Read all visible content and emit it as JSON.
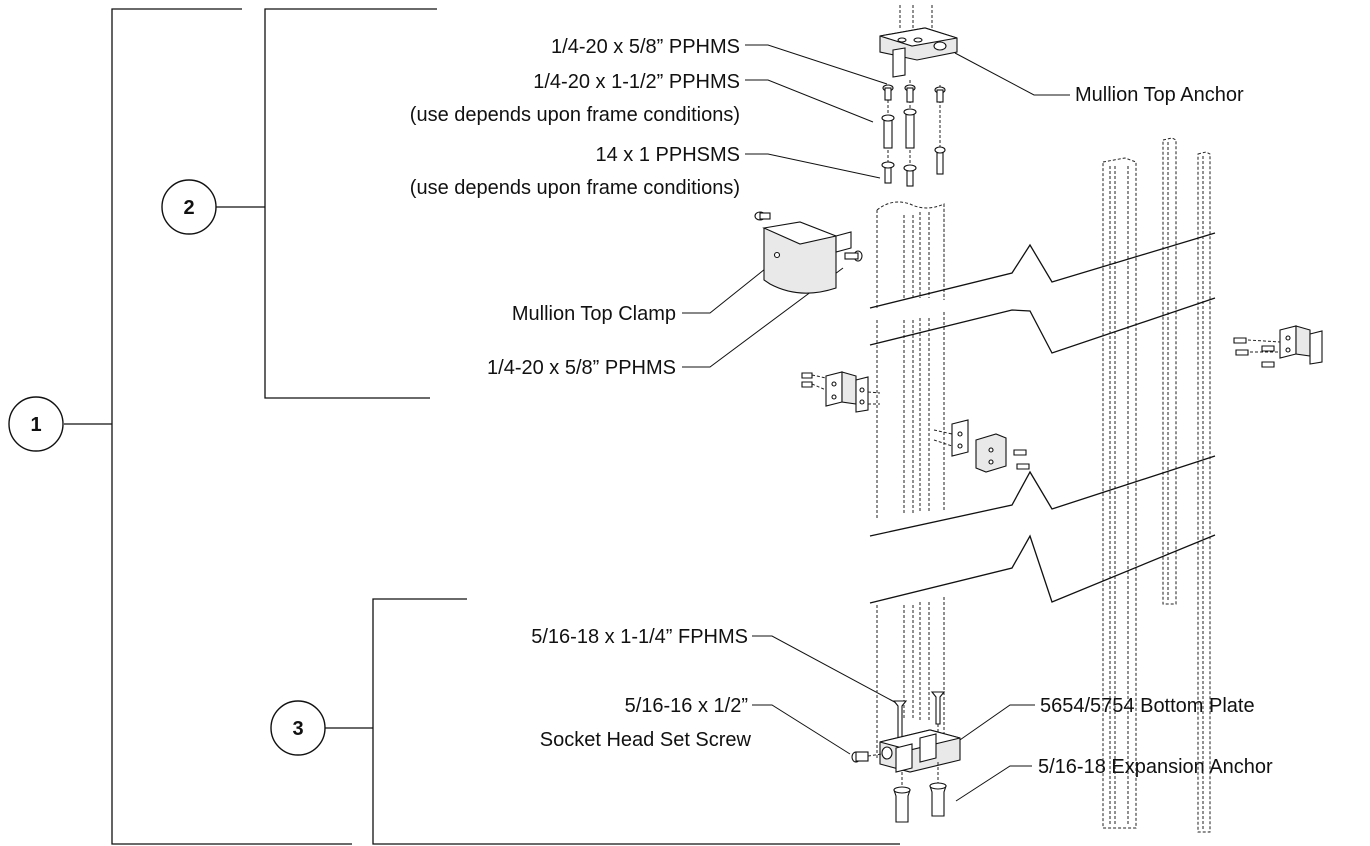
{
  "callouts": {
    "one": "1",
    "two": "2",
    "three": "3"
  },
  "labels": {
    "screw_top_short": "1/4-20 x 5/8” PPHMS",
    "screw_top_long": "1/4-20 x 1-1/2” PPHMS",
    "screw_top_long_note": "(use depends upon frame conditions)",
    "screw_sheet": "14 x 1 PPHSMS",
    "screw_sheet_note": "(use depends upon frame conditions)",
    "top_anchor": "Mullion Top Anchor",
    "top_clamp": "Mullion Top Clamp",
    "clamp_screw": "1/4-20 x 5/8” PPHMS",
    "bottom_fphms": "5/16-18 x 1-1/4” FPHMS",
    "set_screw": "5/16-16 x 1/2”",
    "set_screw_note": "Socket Head Set Screw",
    "bottom_plate": "5654/5754 Bottom Plate",
    "expansion_anchor": "5/16-18 Expansion Anchor"
  }
}
